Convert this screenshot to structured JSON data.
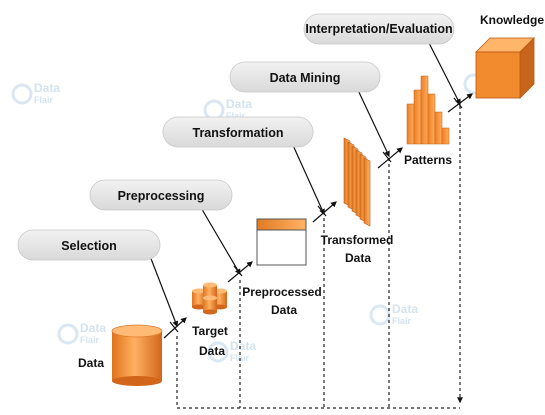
{
  "steps": [
    {
      "label": "Selection"
    },
    {
      "label": "Preprocessing"
    },
    {
      "label": "Transformation"
    },
    {
      "label": "Data Mining"
    },
    {
      "label": "Interpretation/Evaluation"
    }
  ],
  "nodes": {
    "data": "Data",
    "target_line1": "Target",
    "target_line2": "Data",
    "preprocessed_line1": "Preprocessed",
    "preprocessed_line2": "Data",
    "transformed_line1": "Transformed",
    "transformed_line2": "Data",
    "patterns": "Patterns",
    "knowledge": "Knowledge"
  },
  "watermark": {
    "line1": "Data",
    "line2": "Flair"
  },
  "colors": {
    "orange_light": "#ffae54",
    "orange_dark": "#d2691e",
    "orange_mid": "#f28a2e",
    "pill": "#e6e6e6",
    "watermark": "#cfe0ee"
  }
}
